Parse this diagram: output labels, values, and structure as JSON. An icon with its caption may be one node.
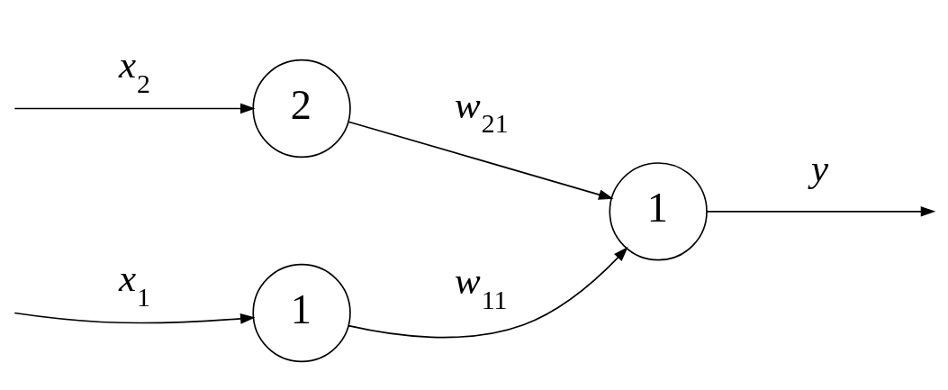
{
  "diagram": {
    "nodes": [
      {
        "text": [
          "1"
        ]
      },
      {
        "text": [
          "2"
        ]
      },
      {
        "text": [
          "1"
        ]
      }
    ],
    "edges": [
      {
        "from": null,
        "to": 0,
        "arrow": "to",
        "label": "*x*$_{1}$"
      },
      {
        "from": null,
        "to": 1,
        "arrow": "to",
        "label": "*x*$_{2}$"
      },
      {
        "from": 0,
        "to": 2,
        "arrow": "to",
        "label": "*w*$_{11}$"
      },
      {
        "from": 1,
        "to": 2,
        "arrow": "to",
        "label": "*w*$_{21}$"
      },
      {
        "from": 2,
        "to": null,
        "arrow": "to",
        "label": "*y*"
      }
    ]
  }
}
